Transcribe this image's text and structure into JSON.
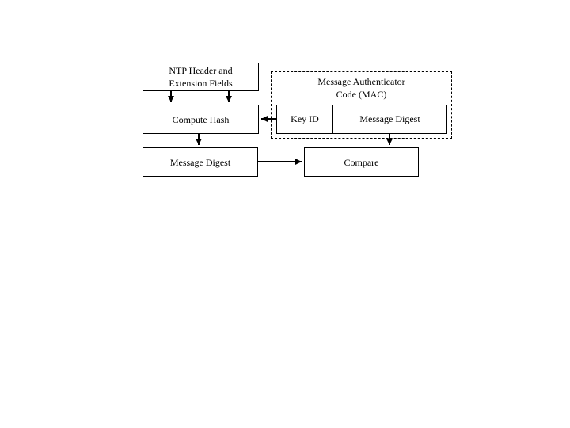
{
  "diagram": {
    "ntp_header": {
      "line1": "NTP Header and",
      "line2": "Extension Fields"
    },
    "compute_hash": {
      "label": "Compute Hash"
    },
    "message_digest_out": {
      "label": "Message Digest"
    },
    "mac": {
      "title_line1": "Message Authenticator",
      "title_line2": "Code (MAC)",
      "key_id": {
        "label": "Key ID"
      },
      "message_digest": {
        "label": "Message Digest"
      }
    },
    "compare": {
      "label": "Compare"
    },
    "colors": {
      "stroke": "#000000",
      "background": "#ffffff"
    }
  }
}
